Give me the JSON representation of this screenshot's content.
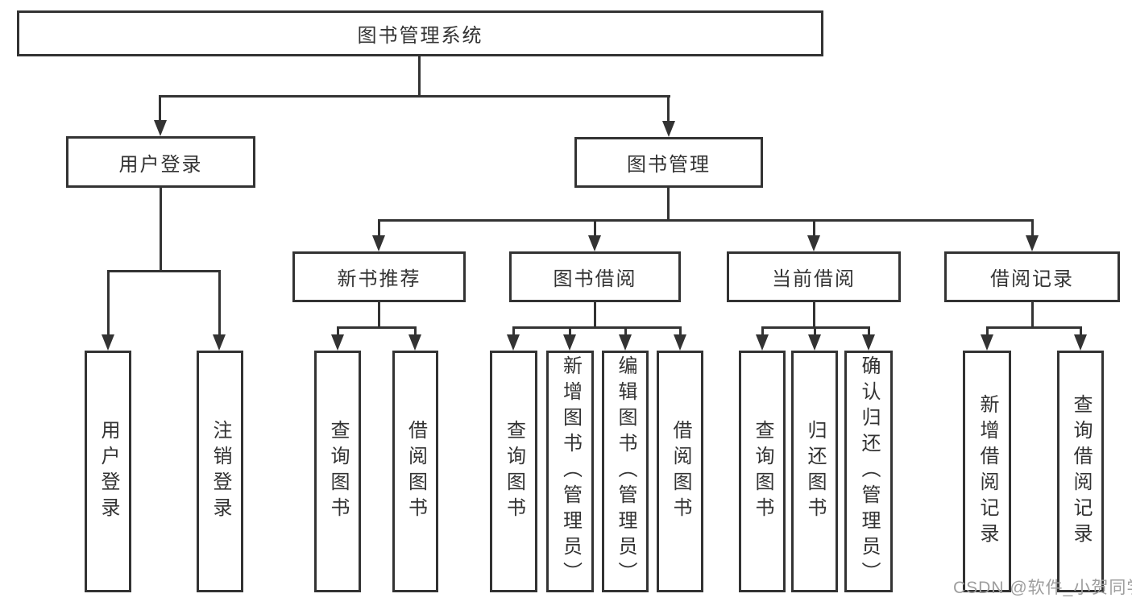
{
  "diagram": {
    "root": "图书管理系统",
    "user_branch": {
      "label": "用户登录",
      "leaves": [
        "用户登录",
        "注销登录"
      ]
    },
    "mgmt_branch": {
      "label": "图书管理",
      "categories": [
        {
          "label": "新书推荐",
          "leaves": [
            "查询图书",
            "借阅图书"
          ]
        },
        {
          "label": "图书借阅",
          "leaves": [
            "查询图书",
            "新增图书（管理员）",
            "编辑图书（管理员）",
            "借阅图书"
          ]
        },
        {
          "label": "当前借阅",
          "leaves": [
            "查询图书",
            "归还图书",
            "确认归还（管理员）"
          ]
        },
        {
          "label": "借阅记录",
          "leaves": [
            "新增借阅记录",
            "查询借阅记录"
          ]
        }
      ]
    }
  },
  "watermark": "CSDN @软件_小贺同学",
  "colors": {
    "line": "#333333",
    "text": "#333333",
    "watermark": "#9e9e9e",
    "background": "#ffffff"
  }
}
